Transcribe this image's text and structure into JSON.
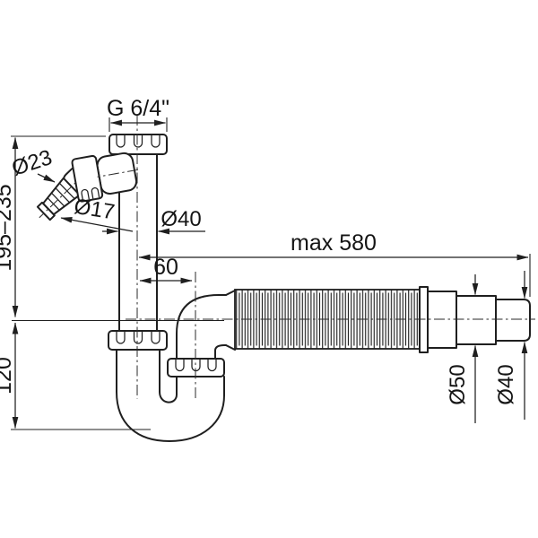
{
  "drawing": {
    "labels": {
      "thread_size": "G 6/4\"",
      "inlet_diameter": "Ø23",
      "inlet_hose_tail_diameter": "Ø17",
      "pipe_diameter": "Ø40",
      "max_hose_length": "max 580",
      "elbow_offset": "60",
      "inlet_height_range": "195–235",
      "trap_depth": "120",
      "outlet_diameter_large": "Ø50",
      "outlet_diameter_small": "Ø40"
    }
  }
}
